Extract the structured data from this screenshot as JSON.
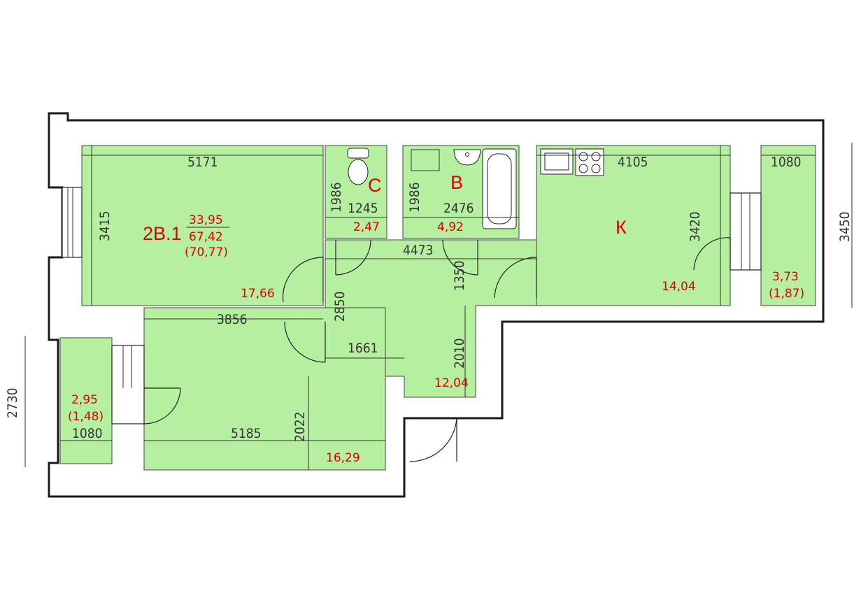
{
  "apartment": {
    "code": "2В.1",
    "area_living": "33,95",
    "area_total": "67,42",
    "area_total_balcony": "(70,77)"
  },
  "rooms": [
    {
      "id": "room1",
      "area": "17,66",
      "dims": [
        "5171",
        "3415"
      ]
    },
    {
      "id": "room2",
      "area": "16,29",
      "dims": [
        "3856",
        "5185",
        "2022"
      ]
    },
    {
      "id": "toilet",
      "label": "С",
      "area": "2,47",
      "dims": [
        "1245",
        "1986"
      ]
    },
    {
      "id": "bath",
      "label": "В",
      "area": "4,92",
      "dims": [
        "2476",
        "1986"
      ]
    },
    {
      "id": "kitchen",
      "label": "К",
      "area": "14,04",
      "dims": [
        "4105",
        "3420"
      ]
    },
    {
      "id": "hall",
      "area": "12,04",
      "dims": [
        "4473",
        "1350",
        "2850",
        "1661",
        "2010"
      ]
    },
    {
      "id": "balcony1",
      "area": "2,95",
      "area_reduced": "(1,48)",
      "dims": [
        "1080"
      ]
    },
    {
      "id": "balcony2",
      "area": "3,73",
      "area_reduced": "(1,87)",
      "dims": [
        "1080"
      ]
    }
  ],
  "outer_dims": {
    "left": "2730",
    "right": "3450"
  },
  "colors": {
    "room_fill": "#b5f0a0",
    "text_red": "#e00000",
    "wall": "#1a1a1a"
  }
}
